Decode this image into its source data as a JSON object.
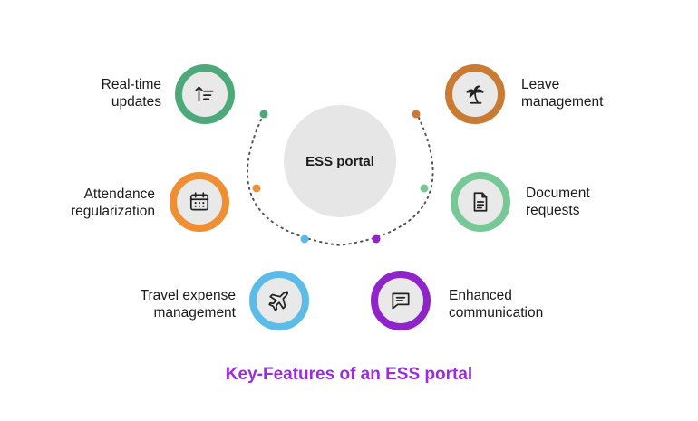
{
  "center": {
    "label": "ESS portal"
  },
  "features": {
    "realtime": {
      "line1": "Real-time",
      "line2": "updates",
      "color": "#4ea97a",
      "icon": "sort-arrow-icon"
    },
    "leave": {
      "line1": "Leave",
      "line2": "management",
      "color": "#c97a33",
      "icon": "palm-tree-icon"
    },
    "attendance": {
      "line1": "Attendance",
      "line2": "regularization",
      "color": "#ef8f33",
      "icon": "calendar-icon"
    },
    "document": {
      "line1": "Document",
      "line2": "requests",
      "color": "#76c996",
      "icon": "document-icon"
    },
    "travel": {
      "line1": "Travel expense",
      "line2": "management",
      "color": "#5bbce8",
      "icon": "airplane-icon"
    },
    "communication": {
      "line1": "Enhanced",
      "line2": "communication",
      "color": "#8e24c9",
      "icon": "chat-icon"
    }
  },
  "caption": {
    "text": "Key-Features of an ESS portal",
    "color": "#9b2de0"
  }
}
